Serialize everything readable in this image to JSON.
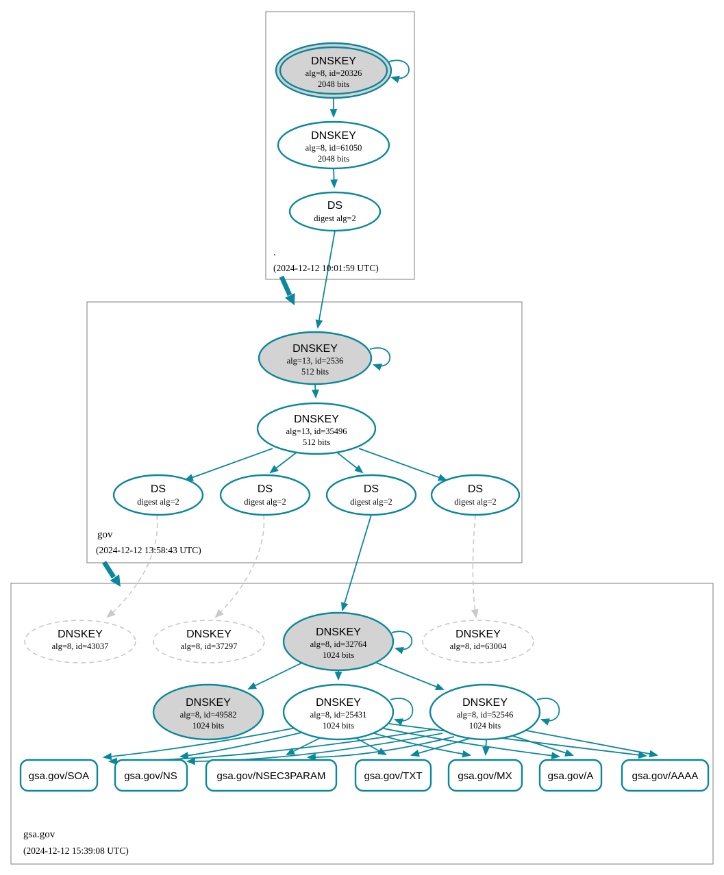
{
  "colors": {
    "secure": "#0a879a",
    "gray_fill": "#d3d3d3",
    "dashed": "#c9c9c9",
    "box_border": "#7d7d7d"
  },
  "zones": {
    "root": {
      "label": ".",
      "timestamp": "(2024-12-12 10:01:59 UTC)"
    },
    "gov": {
      "label": "gov",
      "timestamp": "(2024-12-12 13:58:43 UTC)"
    },
    "gsa": {
      "label": "gsa.gov",
      "timestamp": "(2024-12-12 15:39:08 UTC)"
    }
  },
  "nodes": {
    "root_ksk": {
      "title": "DNSKEY",
      "detail": "alg=8, id=20326",
      "bits": "2048 bits"
    },
    "root_zsk": {
      "title": "DNSKEY",
      "detail": "alg=8, id=61050",
      "bits": "2048 bits"
    },
    "root_ds": {
      "title": "DS",
      "detail": "digest alg=2"
    },
    "gov_ksk": {
      "title": "DNSKEY",
      "detail": "alg=13, id=2536",
      "bits": "512 bits"
    },
    "gov_zsk": {
      "title": "DNSKEY",
      "detail": "alg=13, id=35496",
      "bits": "512 bits"
    },
    "gov_ds1": {
      "title": "DS",
      "detail": "digest alg=2"
    },
    "gov_ds2": {
      "title": "DS",
      "detail": "digest alg=2"
    },
    "gov_ds3": {
      "title": "DS",
      "detail": "digest alg=2"
    },
    "gov_ds4": {
      "title": "DS",
      "detail": "digest alg=2"
    },
    "gsa_dnskey_43037": {
      "title": "DNSKEY",
      "detail": "alg=8, id=43037"
    },
    "gsa_dnskey_37297": {
      "title": "DNSKEY",
      "detail": "alg=8, id=37297"
    },
    "gsa_ksk": {
      "title": "DNSKEY",
      "detail": "alg=8, id=32764",
      "bits": "1024 bits"
    },
    "gsa_dnskey_63004": {
      "title": "DNSKEY",
      "detail": "alg=8, id=63004"
    },
    "gsa_dnskey_49582": {
      "title": "DNSKEY",
      "detail": "alg=8, id=49582",
      "bits": "1024 bits"
    },
    "gsa_zsk_25431": {
      "title": "DNSKEY",
      "detail": "alg=8, id=25431",
      "bits": "1024 bits"
    },
    "gsa_zsk_52546": {
      "title": "DNSKEY",
      "detail": "alg=8, id=52546",
      "bits": "1024 bits"
    }
  },
  "rrsets": [
    {
      "label": "gsa.gov/SOA"
    },
    {
      "label": "gsa.gov/NS"
    },
    {
      "label": "gsa.gov/NSEC3PARAM"
    },
    {
      "label": "gsa.gov/TXT"
    },
    {
      "label": "gsa.gov/MX"
    },
    {
      "label": "gsa.gov/A"
    },
    {
      "label": "gsa.gov/AAAA"
    }
  ]
}
